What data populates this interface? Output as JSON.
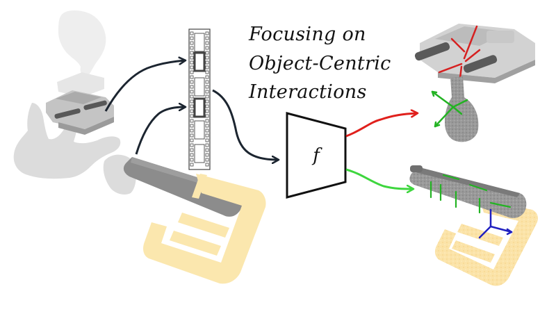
{
  "title": {
    "line1": "Focusing on",
    "line2": "Object-Centric",
    "line3": "Interactions"
  },
  "function_label": "f",
  "colors": {
    "arrow_dark": "#1c2530",
    "arrow_red": "#e0201c",
    "arrow_green": "#3ed63e",
    "hand": "#dcdcdc",
    "hand_ghost": "#eeeeee",
    "device_body": "#c4c4c4",
    "device_dark": "#585858",
    "tool": "#8c8c8c",
    "rack": "#fbe7ae",
    "axis_red": "#d62020",
    "axis_green": "#23b323",
    "axis_blue": "#2020c0",
    "film": "#444444"
  }
}
